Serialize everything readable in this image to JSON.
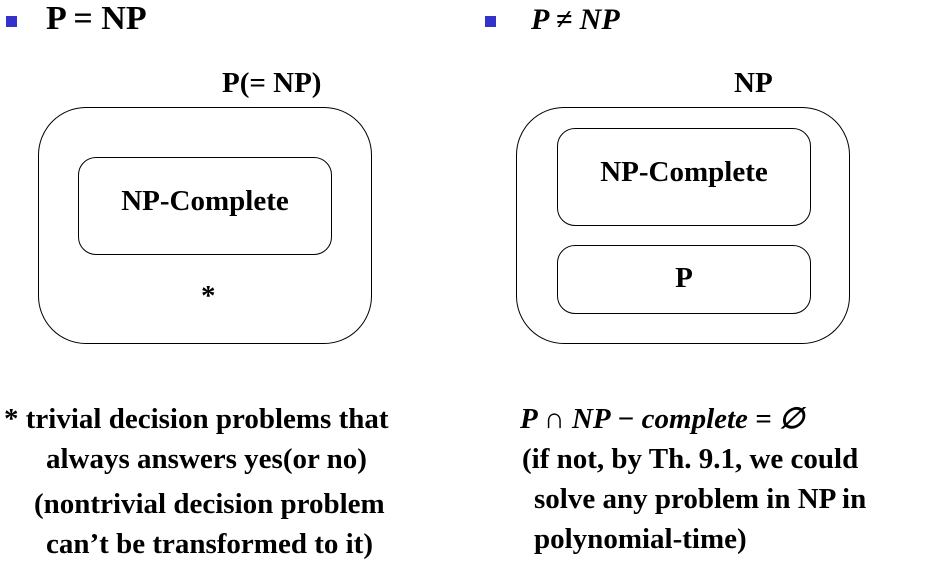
{
  "left": {
    "heading": "P = NP",
    "set_label": "P(= NP)",
    "inner_box_label": "NP-Complete",
    "star_marker": "*",
    "note_lines": [
      "* trivial decision problems that",
      "always answers yes(or no)",
      "(nontrivial decision problem",
      "can’t be transformed to it)"
    ]
  },
  "right": {
    "heading": "P ≠ NP",
    "set_label": "NP",
    "top_box_label": "NP-Complete",
    "bottom_box_label": "P",
    "equation": "P ∩ NP − complete = ∅",
    "note_lines": [
      "(if not, by Th. 9.1, we could",
      "solve any problem in NP in",
      "polynomial-time)"
    ]
  },
  "colors": {
    "bullet": "#3333cc",
    "stroke": "#000000",
    "text": "#000000"
  }
}
